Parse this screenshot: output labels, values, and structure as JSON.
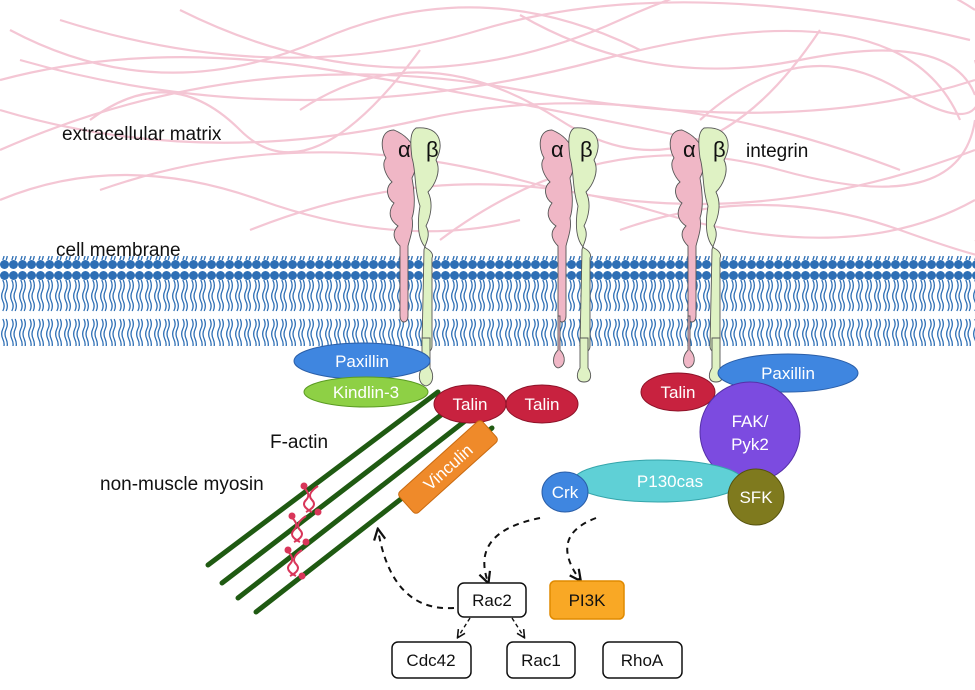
{
  "labels": {
    "ecm": "extracellular matrix",
    "membrane": "cell membrane",
    "integrin": "integrin",
    "factin": "F-actin",
    "myosin": "non-muscle myosin"
  },
  "greek": {
    "alpha": "α",
    "beta": "β"
  },
  "proteins": {
    "paxillin_left": "Paxillin",
    "kindlin": "Kindlin-3",
    "talin_1": "Talin",
    "talin_2": "Talin",
    "talin_3": "Talin",
    "vinculin": "Vinculin",
    "paxillin_right": "Paxillin",
    "fak_line1": "FAK/",
    "fak_line2": "Pyk2",
    "crk": "Crk",
    "p130cas": "P130cas",
    "sfk": "SFK",
    "rac2": "Rac2",
    "pi3k": "PI3K",
    "cdc42": "Cdc42",
    "rac1": "Rac1",
    "rhoa": "RhoA"
  },
  "colors": {
    "ecm_fiber": "#f4c6d4",
    "membrane_blue": "#2e6fb5",
    "integrin_alpha": "#f0b7c6",
    "integrin_beta": "#dff2c4",
    "paxillin": "#3f86e0",
    "kindlin": "#8ed045",
    "talin": "#c8223f",
    "vinculin": "#ef8a2a",
    "fak": "#7c4be0",
    "crk": "#3f86e0",
    "p130cas": "#5fd0d6",
    "sfk": "#7f7a1e",
    "actin": "#1f5a12",
    "myosin": "#d9365a",
    "pi3k_fill": "#f9a825",
    "pi3k_border": "#e08a00"
  }
}
